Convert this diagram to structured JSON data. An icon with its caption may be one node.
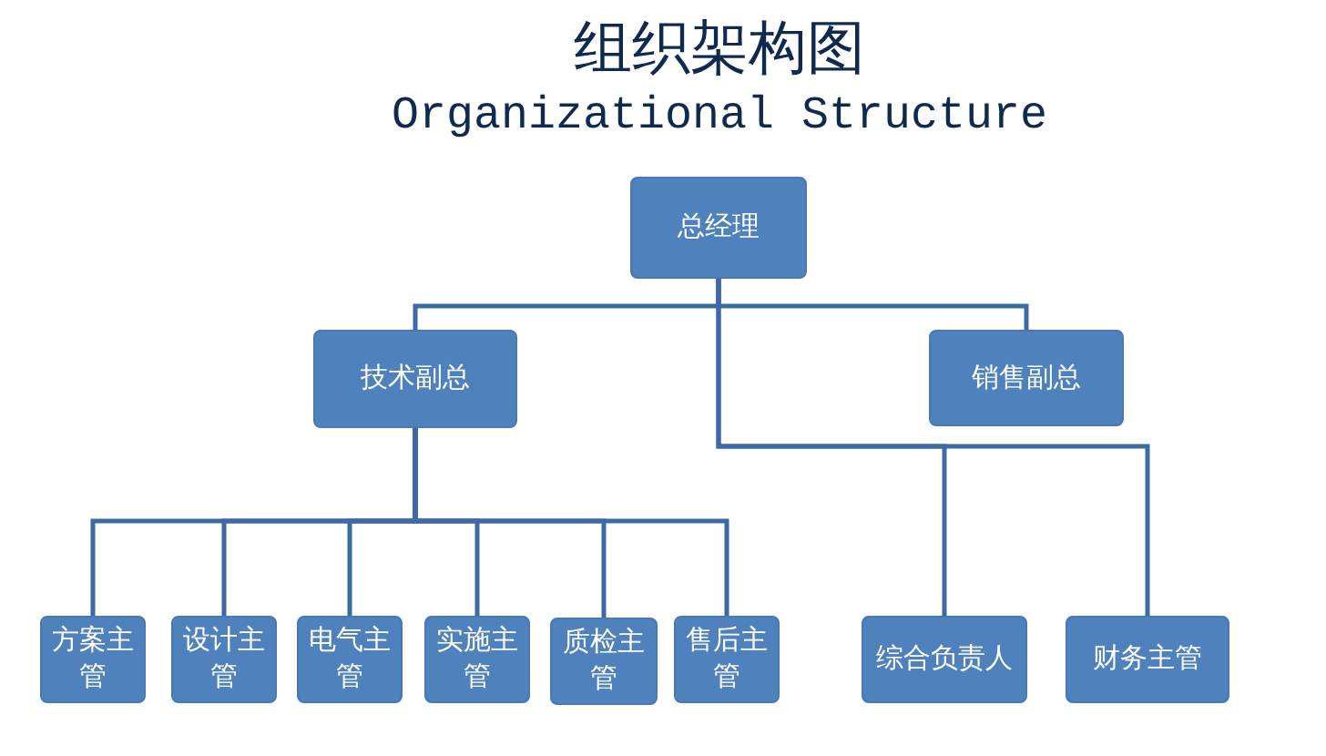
{
  "diagram": {
    "title": "组织架构图",
    "nodes": [
      {
        "text": [
          "总经理"
        ]
      },
      {
        "text": [
          "技术副总"
        ]
      },
      {
        "text": [
          "销售副总"
        ]
      },
      {
        "text": [
          "方案主管"
        ]
      },
      {
        "text": [
          "设计主管"
        ]
      },
      {
        "text": [
          "电气主管"
        ]
      },
      {
        "text": [
          "实施主管"
        ]
      },
      {
        "text": [
          "质检主管"
        ]
      },
      {
        "text": [
          "售后主管"
        ]
      },
      {
        "text": [
          "综合负责人"
        ]
      },
      {
        "text": [
          "财务主管"
        ]
      }
    ],
    "edges": [
      {
        "from": 0,
        "to": 1,
        "arrow": "none"
      },
      {
        "from": 0,
        "to": 2,
        "arrow": "none"
      },
      {
        "from": 0,
        "to": 9,
        "arrow": "none"
      },
      {
        "from": 0,
        "to": 10,
        "arrow": "none"
      },
      {
        "from": 1,
        "to": 3,
        "arrow": "none"
      },
      {
        "from": 1,
        "to": 4,
        "arrow": "none"
      },
      {
        "from": 1,
        "to": 5,
        "arrow": "none"
      },
      {
        "from": 1,
        "to": 6,
        "arrow": "none"
      },
      {
        "from": 1,
        "to": 7,
        "arrow": "none"
      },
      {
        "from": 1,
        "to": 8,
        "arrow": "none"
      }
    ],
    "labels": [
      "Organizational Structure"
    ]
  }
}
